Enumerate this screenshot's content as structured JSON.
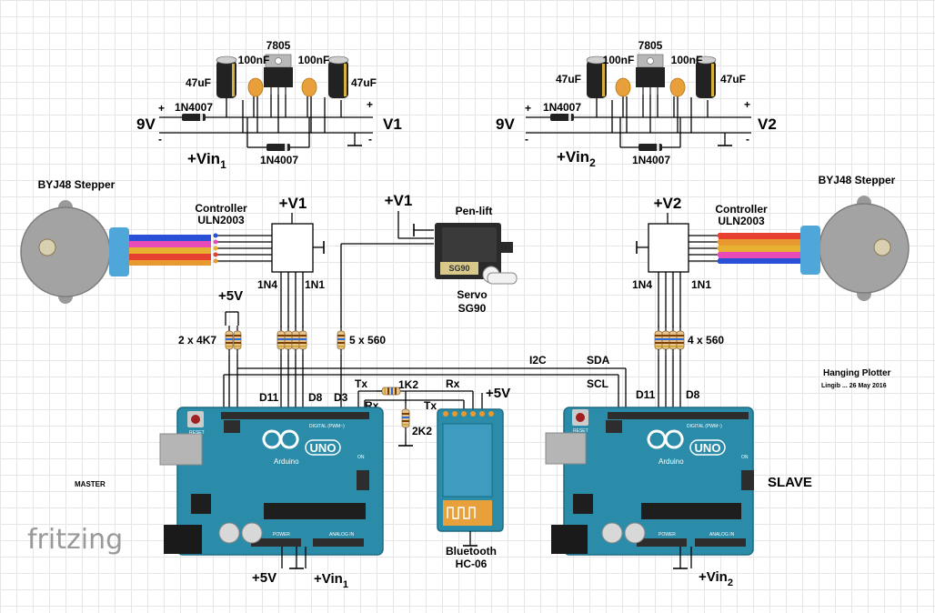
{
  "brand": "fritzing",
  "credits": {
    "title": "Hanging Plotter",
    "author": "Lingib ... 26 May 2016"
  },
  "roles": {
    "master": "MASTER",
    "slave": "SLAVE"
  },
  "psu1": {
    "vin": "9V",
    "out": "V1",
    "reg": "7805",
    "cap_left": "47uF",
    "cap_right": "47uF",
    "cer_left": "100nF",
    "cer_right": "100nF",
    "diode_in": "1N4007",
    "diode_bypass": "1N4007",
    "vin_label": "+Vin",
    "vin_sub": "1",
    "plus": "+",
    "minus": "-"
  },
  "psu2": {
    "vin": "9V",
    "out": "V2",
    "reg": "7805",
    "cap_left": "47uF",
    "cap_right": "47uF",
    "cer_left": "100nF",
    "cer_right": "100nF",
    "diode_in": "1N4007",
    "diode_bypass": "1N4007",
    "vin_label": "+Vin",
    "vin_sub": "2",
    "plus": "+",
    "minus": "-"
  },
  "stepper_left": {
    "name": "BYJ48 Stepper",
    "ctrl1": "Controller",
    "ctrl2": "ULN2003",
    "supply": "+V1",
    "pin_hi": "1N4",
    "pin_lo": "1N1"
  },
  "stepper_right": {
    "name": "BYJ48 Stepper",
    "ctrl1": "Controller",
    "ctrl2": "ULN2003",
    "supply": "+V2",
    "pin_hi": "1N4",
    "pin_lo": "1N1"
  },
  "servo": {
    "supply": "+V1",
    "name": "Pen-lift",
    "type1": "Servo",
    "type2": "SG90",
    "body_text": "SG90"
  },
  "resistors": {
    "pullup_supply": "+5V",
    "pullup": "2 x 4K7",
    "master_set": "5 x 560",
    "slave_set": "4 x 560",
    "r_tx": "1K2",
    "r_div": "2K2"
  },
  "bus": {
    "i2c": "I2C",
    "sda": "SDA",
    "scl": "SCL"
  },
  "master_pins": {
    "d11": "D11",
    "d8": "D8",
    "d3": "D3",
    "tx": "Tx",
    "rx": "Rx"
  },
  "slave_pins": {
    "d11": "D11",
    "d8": "D8"
  },
  "bluetooth": {
    "supply": "+5V",
    "tx": "Tx",
    "rx": "Rx",
    "name1": "Bluetooth",
    "name2": "HC-06"
  },
  "board": {
    "logo": "UNO",
    "name": "Arduino",
    "reset": "RESET",
    "on": "ON",
    "digital": "DIGITAL (PWM~)",
    "power": "POWER",
    "analog": "ANALOG IN"
  },
  "master_power": {
    "v5": "+5V",
    "vin": "+Vin",
    "vin_sub": "1"
  },
  "slave_power": {
    "vin": "+Vin",
    "vin_sub": "2"
  },
  "colors": {
    "board": "#2a8ca8",
    "board_edge": "#1c6b82",
    "header": "#2d2d2d",
    "res_body": "#e8c48c",
    "cap_elec": "#222222",
    "cap_cer": "#e8a13a",
    "motor": "#9a9a9a",
    "motor_tab": "#4fa6d8",
    "grid": "#e6e6e6"
  }
}
